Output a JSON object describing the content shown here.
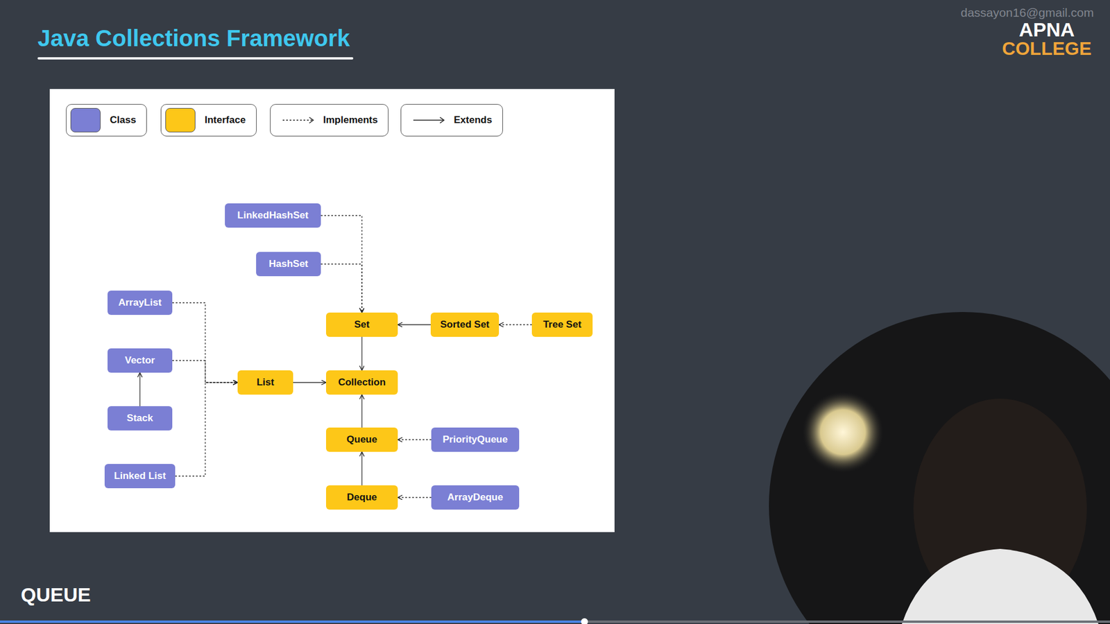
{
  "diagram": {
    "title": "Java Collections Framework",
    "nodes": [
      {
        "text": [
          "LinkedHashSet"
        ]
      },
      {
        "text": [
          "HashSet"
        ]
      },
      {
        "text": [
          "ArrayList"
        ]
      },
      {
        "text": [
          "Set"
        ]
      },
      {
        "text": [
          "Sorted Set"
        ]
      },
      {
        "text": [
          "Tree Set"
        ]
      },
      {
        "text": [
          "Vector"
        ]
      },
      {
        "text": [
          "List"
        ]
      },
      {
        "text": [
          "Collection"
        ]
      },
      {
        "text": [
          "Stack"
        ]
      },
      {
        "text": [
          "Queue"
        ]
      },
      {
        "text": [
          "PriorityQueue"
        ]
      },
      {
        "text": [
          "Linked List"
        ]
      },
      {
        "text": [
          "Deque"
        ]
      },
      {
        "text": [
          "ArrayDeque"
        ]
      }
    ],
    "edges": [
      {
        "from": 0,
        "to": 3,
        "arrow": "to"
      },
      {
        "from": 1,
        "to": 3,
        "arrow": "to"
      },
      {
        "from": 2,
        "to": 7,
        "arrow": "to"
      },
      {
        "from": 6,
        "to": 7,
        "arrow": "to"
      },
      {
        "from": 12,
        "to": 7,
        "arrow": "to"
      },
      {
        "from": 9,
        "to": 6,
        "arrow": "to"
      },
      {
        "from": 4,
        "to": 3,
        "arrow": "to"
      },
      {
        "from": 5,
        "to": 4,
        "arrow": "to"
      },
      {
        "from": 3,
        "to": 8,
        "arrow": "to"
      },
      {
        "from": 7,
        "to": 8,
        "arrow": "to"
      },
      {
        "from": 10,
        "to": 8,
        "arrow": "to"
      },
      {
        "from": 13,
        "to": 10,
        "arrow": "to"
      },
      {
        "from": 11,
        "to": 10,
        "arrow": "to"
      },
      {
        "from": 14,
        "to": 13,
        "arrow": "to"
      }
    ],
    "labels": [
      "dassayon16@gmail.com",
      "APNA",
      "COLLEGE",
      "QUEUE"
    ],
    "legend": [
      {
        "text": "Class",
        "color": "#7b7fd4"
      },
      {
        "text": "Interface",
        "color": "#fdc718"
      },
      {
        "text": "Implements"
      },
      {
        "text": "Extends"
      }
    ]
  }
}
